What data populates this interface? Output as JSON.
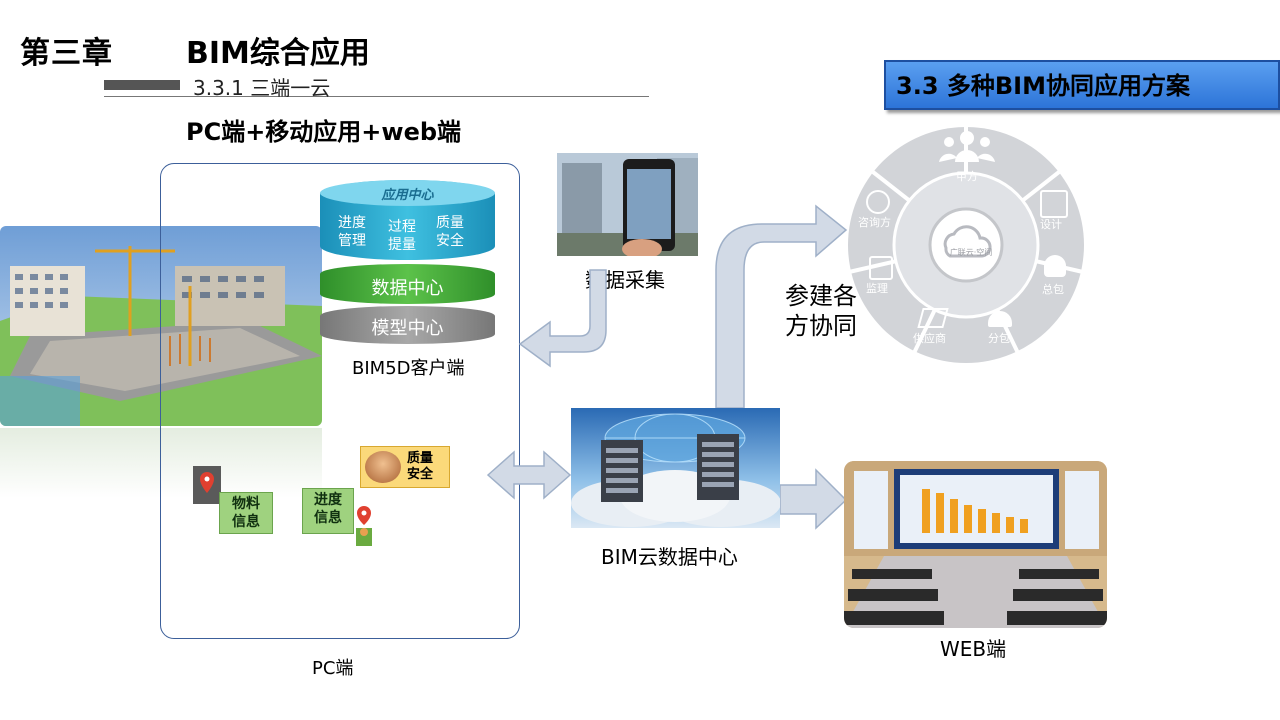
{
  "header": {
    "chapter": "第三章",
    "chapter_title": "BIM综合应用",
    "subsection": "3.3.1 三端一云",
    "mode_title": "PC端+移动应用+web端",
    "section_title": "3.3 多种BIM协同应用方案"
  },
  "client_stack": {
    "app_center": "应用中心",
    "items": [
      "进度管理",
      "过程提量",
      "质量安全"
    ],
    "data_center": "数据中心",
    "model_center": "模型中心",
    "caption": "BIM5D客户端"
  },
  "pc": {
    "callouts": [
      "物料信息",
      "进度信息",
      "质量安全"
    ],
    "caption": "PC端"
  },
  "mobile": {
    "caption": "数据采集"
  },
  "cloud": {
    "caption": "BIM云数据中心"
  },
  "web": {
    "caption": "WEB端"
  },
  "collab": {
    "label_line1": "参建各",
    "label_line2": "方协同",
    "center": "广联云·空间",
    "parties": [
      "甲方",
      "设计",
      "总包",
      "分包",
      "供应商",
      "监理",
      "咨询方"
    ]
  },
  "colors": {
    "section_blue": "#3a86e6",
    "arrow_gray": "#c9d3e0",
    "callout_green": "#9fd27f"
  }
}
